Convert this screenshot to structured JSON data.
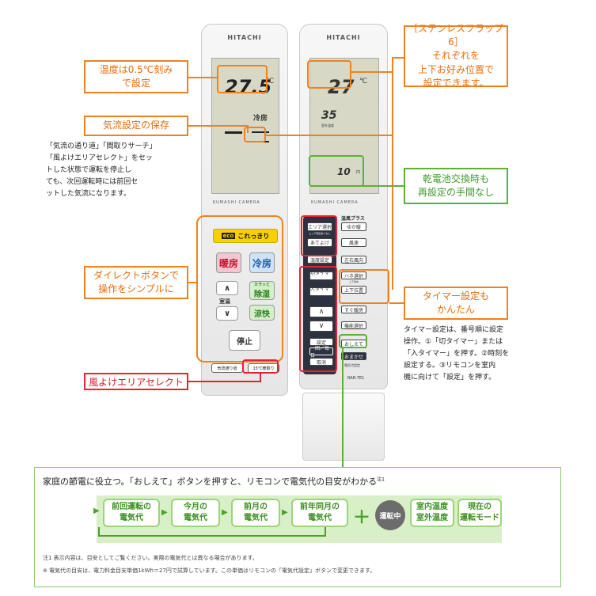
{
  "remote_left": {
    "brand": "HITACHI",
    "lcd_temp": "27.5",
    "lcd_unit": "℃",
    "lcd_mode": "冷房",
    "footer_logo": "KUMASHI CAMERA",
    "btn_eco": "これっきり",
    "btn_eco_badge": "eco",
    "btn_heat": "暖房",
    "btn_cool": "冷房",
    "btn_dehum": "除湿",
    "btn_dehum_small": "カラッと",
    "btn_temp": "室温",
    "btn_fresh": "涼快",
    "btn_stop": "停止",
    "btn_air": "気流通り道",
    "btn_room": "15℃暖取り"
  },
  "remote_right": {
    "brand": "HITACHI",
    "lcd_temp": "27",
    "lcd_unit": "℃",
    "lcd_out": "35",
    "lcd_out_label": "室外温度",
    "lcd_bill": "10",
    "lcd_bill_unit": "円",
    "btn_area": "エリア選択",
    "btn_area_sub": "エリア限定あてなし",
    "btn_avoid": "あてよけ",
    "btn_heat_plus": "温風プラス",
    "btn_yuka": "ゆか暖",
    "btn_fan": "風速",
    "btn_temp_set": "温度設定",
    "btn_lr": "左右風向",
    "btn_off_timer": "切タイマー",
    "btn_on_timer": "入タイマー",
    "btn_flap": "ハネ選択",
    "btn_flap_sub": "上下風向",
    "btn_updown": "上下位置",
    "btn_soon": "すぐ暖房",
    "btn_func": "機能選択",
    "btn_set": "設定",
    "btn_once": "一回／毎日",
    "btn_cancel": "取消",
    "btn_oshiete": "おしえて",
    "btn_omakase": "おまかせ",
    "btn_bill_set": "電気代設定",
    "model": "RAR-7E1",
    "footer_logo": "KUMASHI CAMERA"
  },
  "labels": {
    "temp_step": "温度は0.5℃刻み\nで設定",
    "airflow_save": "気流設定の保存",
    "airflow_desc": "「気流の通り道」「間取りサーチ」\n「風よけエリアセレクト」をセッ\nトした状態で運転を停止し\nても、次回運転時には前回セ\nットした気流になります。",
    "direct": "ダイレクトボタンで\n操作をシンプルに",
    "wind_avoid": "風よけエリアセレクト",
    "flap": "［ステンレスフラップ6］\nそれぞれを\n上下お好み位置で\n設定できます。",
    "battery": "乾電池交換時も\n再設定の手間なし",
    "timer": "タイマー設定も\nかんたん",
    "timer_desc": "タイマー設定は、番号順に設定\n操作。①「切タイマー」または\n「入タイマー」を押す。②時刻を\n設定する。③リモコンを室内\n機に向けて「設定」を押す。"
  },
  "bottom": {
    "heading": "家庭の節電に役立つ。「おしえて」ボタンを押すと、リモコンで電気代の目安がわかる",
    "heading_note": "注1",
    "flow": [
      "前回運転の\n電気代",
      "今月の\n電気代",
      "前月の\n電気代",
      "前年同月の\n電気代"
    ],
    "plus": "＋",
    "running": "運転中",
    "info": [
      "室内温度\n室外温度",
      "現在の\n運転モード"
    ],
    "note1": "注1 表示内容は、目安としてご覧ください。実際の電気代とは異なる場合があります。",
    "note2": "※ 電気代の目安は、電力料金目安単価1kWh＝27円で試算しています。この単価はリモコンの「電気代設定」ボタンで変更できます。"
  },
  "colors": {
    "orange": "#f0821e",
    "green": "#5fae3a",
    "red": "#e22436",
    "navy": "#2d3240"
  }
}
